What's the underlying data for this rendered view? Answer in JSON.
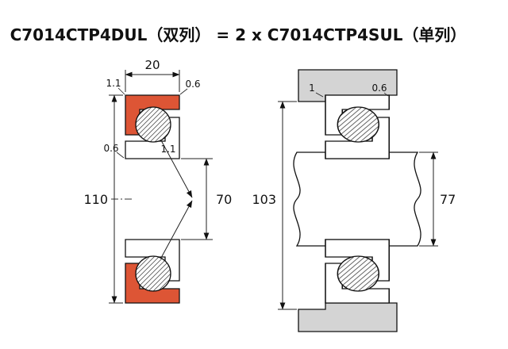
{
  "title": "C7014CTP4DUL（双列） = 2 x C7014CTP4SUL（单列）",
  "colors": {
    "bearing_ring_orange": "#dd5535",
    "bearing_ring_white": "#ffffff",
    "housing_gray": "#d4d4d4"
  },
  "left_diagram": {
    "width": "20",
    "outer_diameter": "110",
    "bore_diameter": "70",
    "chamfer_outer_left": "1.1",
    "chamfer_outer_right": "0.6",
    "chamfer_inner_left": "0.6",
    "chamfer_inner_middle": "1.1"
  },
  "right_diagram": {
    "housing_shoulder_diameter": "103",
    "shaft_shoulder_diameter": "77",
    "housing_fillet": "1",
    "shaft_chamfer": "0.6"
  }
}
